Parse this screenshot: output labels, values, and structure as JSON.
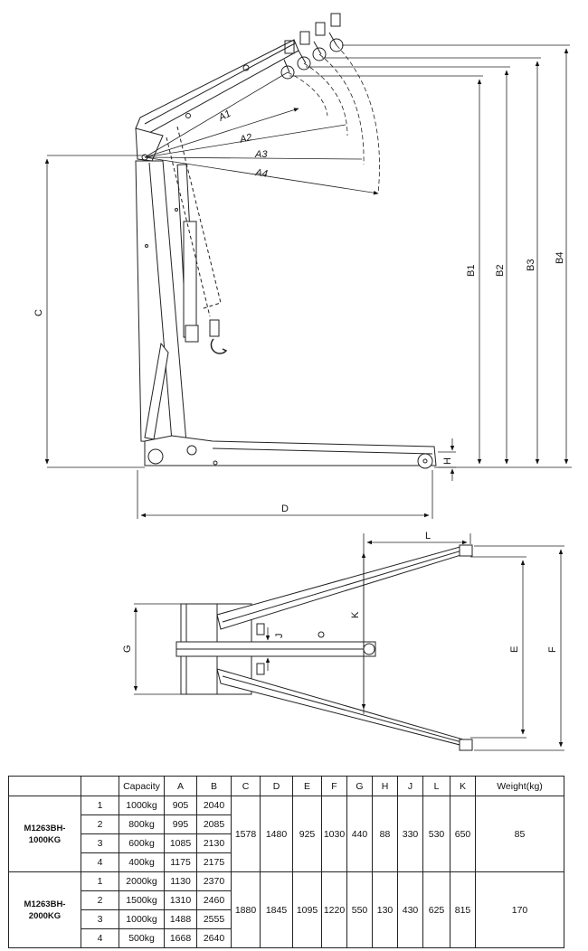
{
  "side_view": {
    "reach_labels": [
      "A1",
      "A2",
      "A3",
      "A4"
    ],
    "height_labels": [
      "B1",
      "B2",
      "B3",
      "B4"
    ],
    "c_label": "C",
    "d_label": "D",
    "h_label": "H"
  },
  "plan_view": {
    "l_label": "L",
    "k_label": "K",
    "g_label": "G",
    "j_label": "J",
    "e_label": "E",
    "f_label": "F"
  },
  "table": {
    "headers": [
      "",
      "",
      "Capacity",
      "A",
      "B",
      "C",
      "D",
      "E",
      "F",
      "G",
      "H",
      "J",
      "L",
      "K",
      "Weight(kg)"
    ],
    "models": [
      {
        "name_line1": "M1263BH-",
        "name_line2": "1000KG",
        "rows": [
          {
            "pos": "1",
            "capacity": "1000kg",
            "a": "905",
            "b": "2040"
          },
          {
            "pos": "2",
            "capacity": "800kg",
            "a": "995",
            "b": "2085"
          },
          {
            "pos": "3",
            "capacity": "600kg",
            "a": "1085",
            "b": "2130"
          },
          {
            "pos": "4",
            "capacity": "400kg",
            "a": "1175",
            "b": "2175"
          }
        ],
        "c": "1578",
        "d": "1480",
        "e": "925",
        "f": "1030",
        "g": "440",
        "h": "88",
        "j": "330",
        "l": "530",
        "k": "650",
        "weight": "85"
      },
      {
        "name_line1": "M1263BH-",
        "name_line2": "2000KG",
        "rows": [
          {
            "pos": "1",
            "capacity": "2000kg",
            "a": "1130",
            "b": "2370"
          },
          {
            "pos": "2",
            "capacity": "1500kg",
            "a": "1310",
            "b": "2460"
          },
          {
            "pos": "3",
            "capacity": "1000kg",
            "a": "1488",
            "b": "2555"
          },
          {
            "pos": "4",
            "capacity": "500kg",
            "a": "1668",
            "b": "2640"
          }
        ],
        "c": "1880",
        "d": "1845",
        "e": "1095",
        "f": "1220",
        "g": "550",
        "h": "130",
        "j": "430",
        "l": "625",
        "k": "815",
        "weight": "170"
      }
    ]
  }
}
